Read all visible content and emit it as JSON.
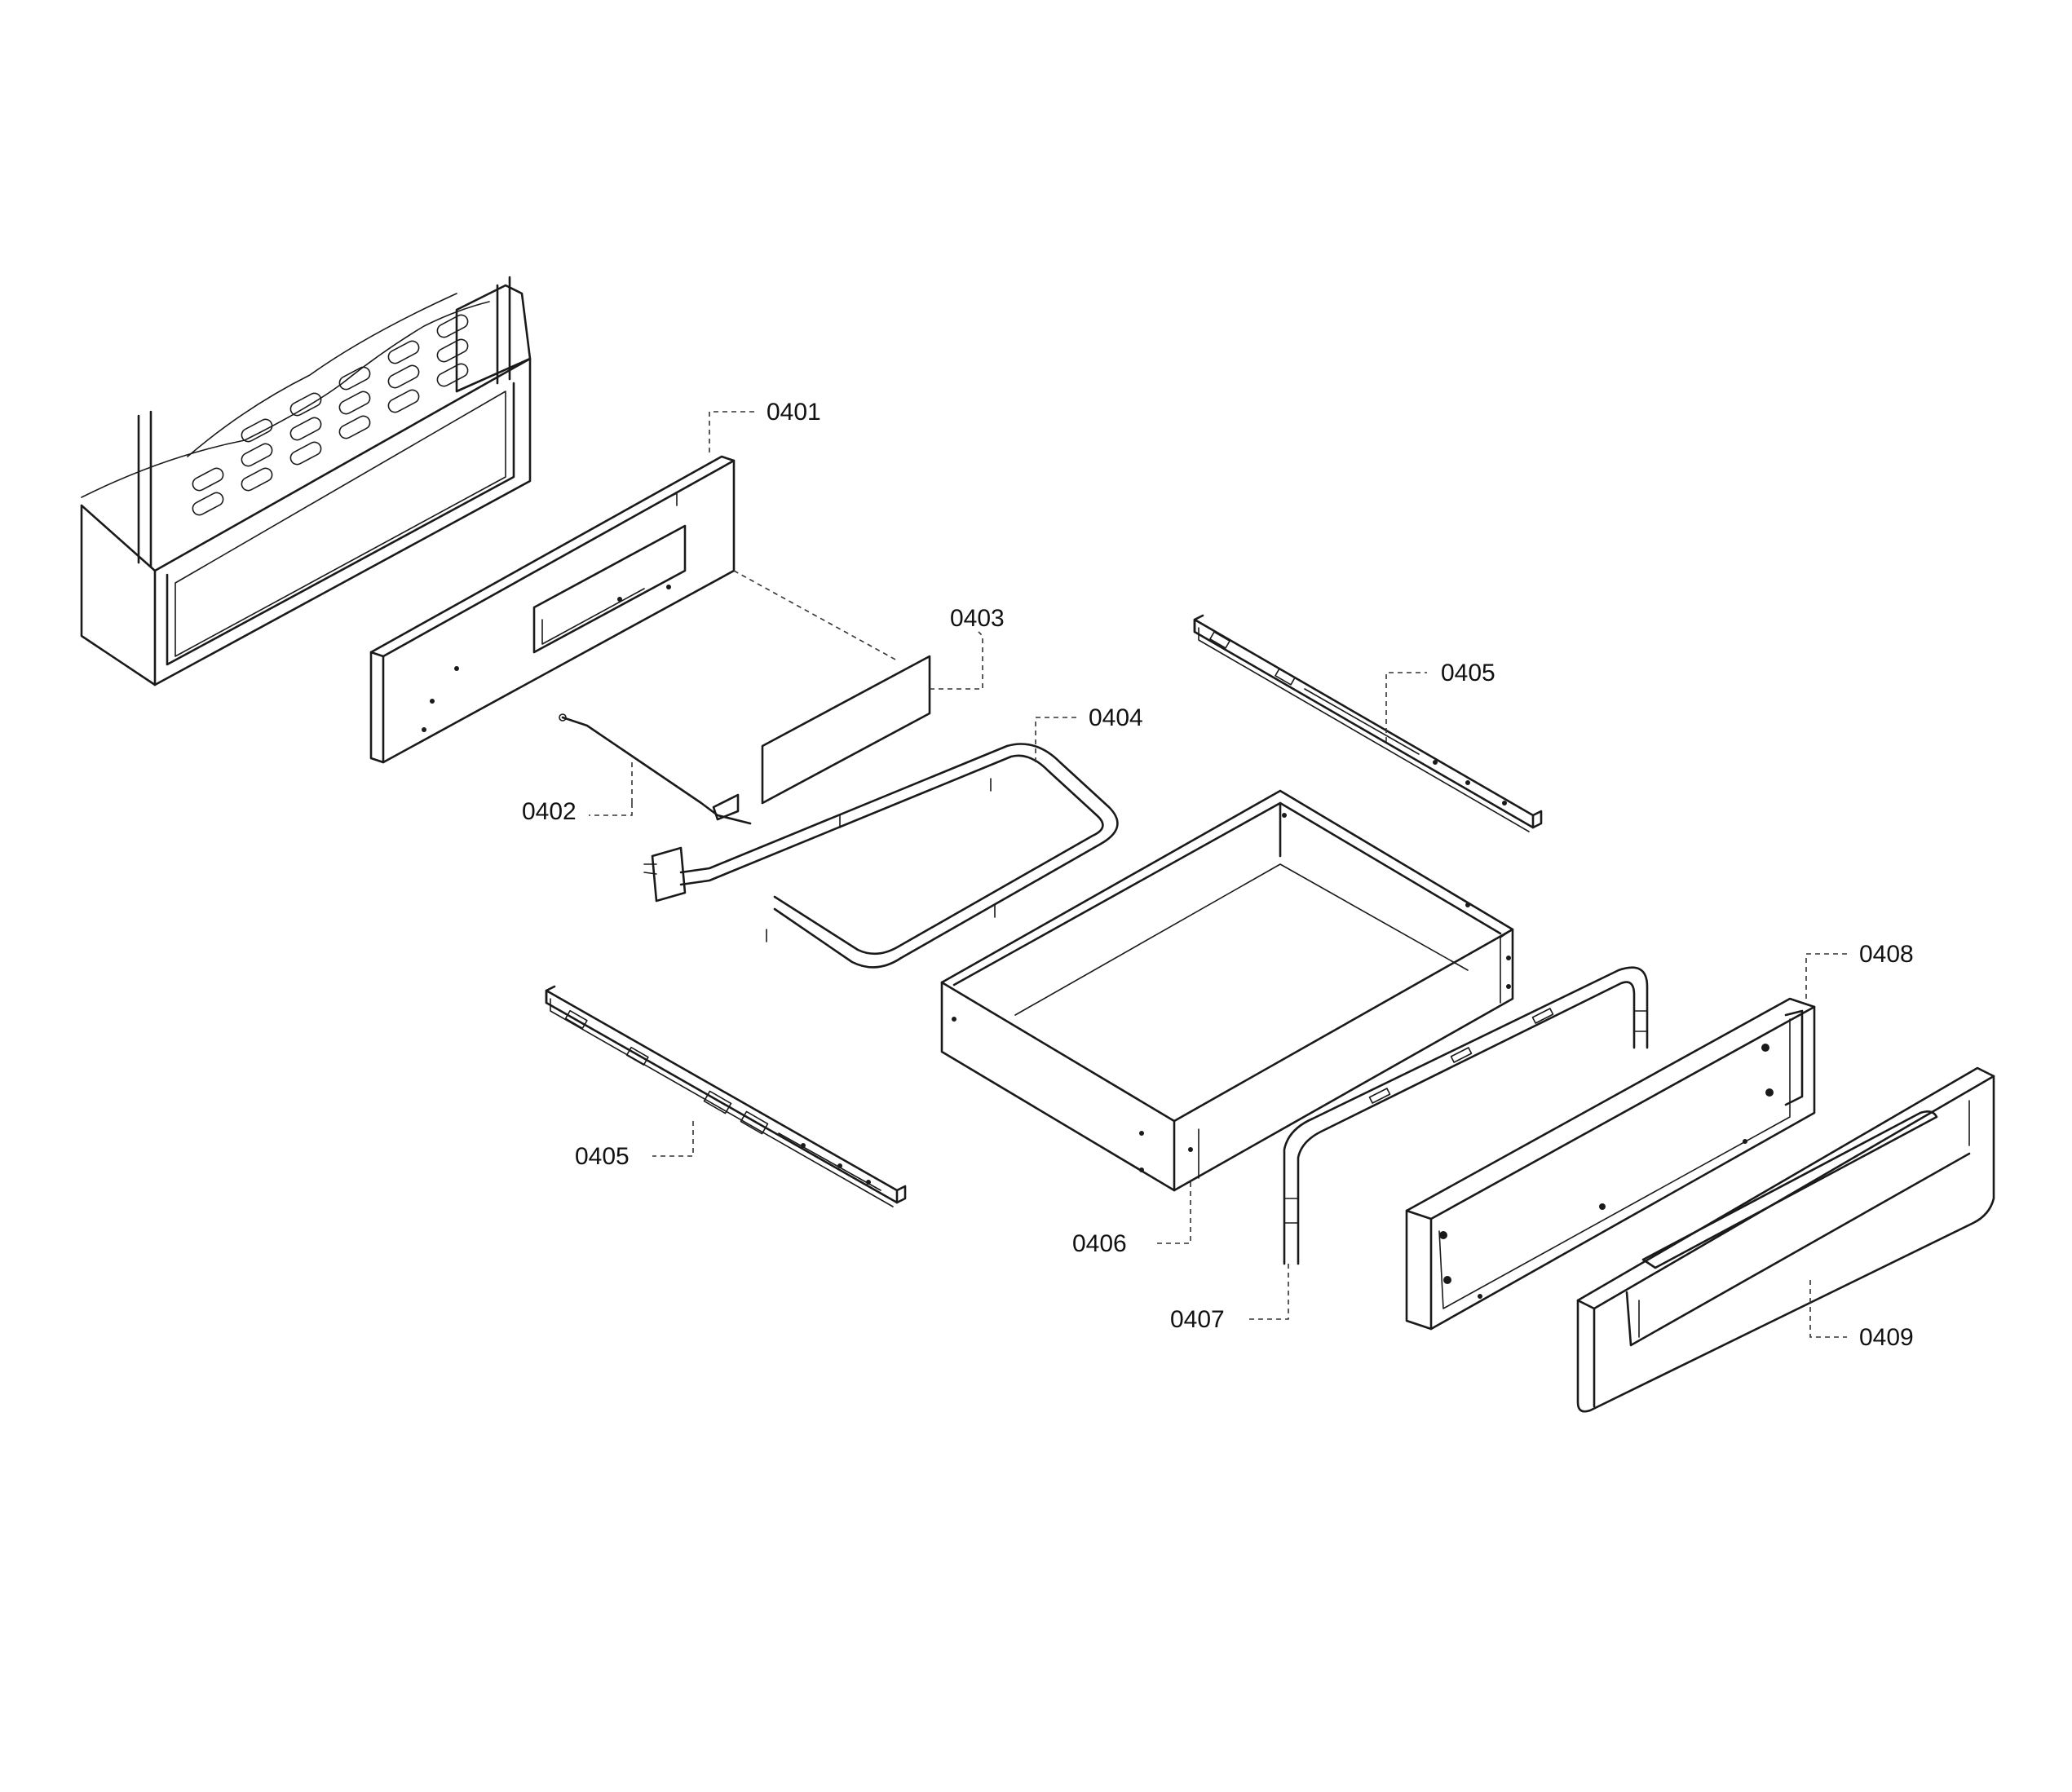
{
  "diagram": {
    "callouts": [
      {
        "id": "0401",
        "label": "0401"
      },
      {
        "id": "0402",
        "label": "0402"
      },
      {
        "id": "0403",
        "label": "0403"
      },
      {
        "id": "0404",
        "label": "0404"
      },
      {
        "id": "0405a",
        "label": "0405"
      },
      {
        "id": "0405b",
        "label": "0405"
      },
      {
        "id": "0406",
        "label": "0406"
      },
      {
        "id": "0407",
        "label": "0407"
      },
      {
        "id": "0408",
        "label": "0408"
      },
      {
        "id": "0409",
        "label": "0409"
      }
    ]
  }
}
